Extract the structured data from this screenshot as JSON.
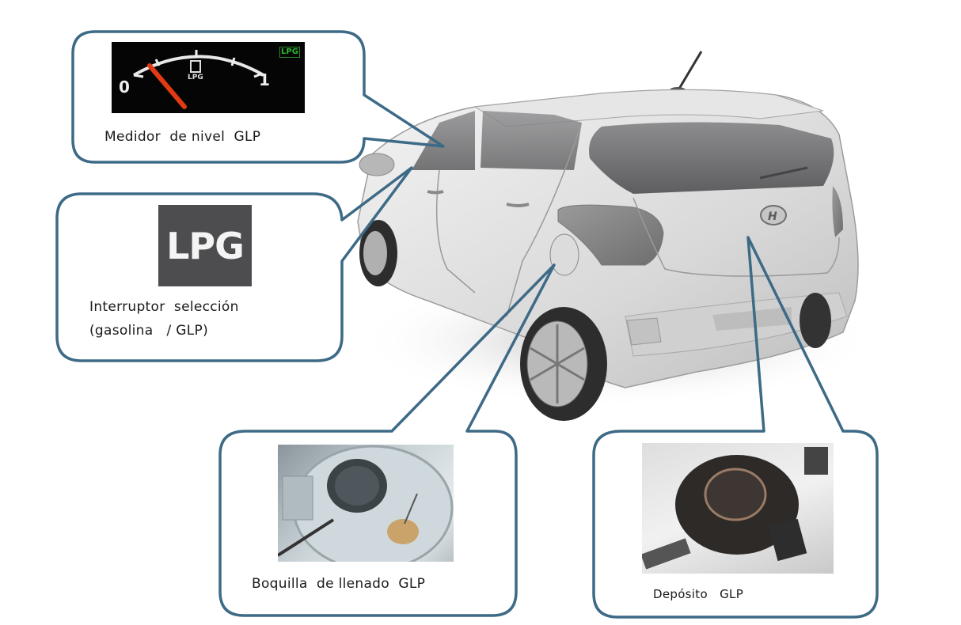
{
  "diagram": {
    "subject": "Vehículo con sistema GLP (vista trasera 3/4)",
    "stroke_color": "#3d6a86",
    "callouts": [
      {
        "id": "gauge",
        "label": "Medidor  de nivel  GLP",
        "image": {
          "type": "fuel-gauge",
          "min_label": "0",
          "max_label": "1",
          "center_label": "LPG",
          "indicator_label": "LPG",
          "needle_color": "#e23a12",
          "indicator_color": "#2fb52f"
        }
      },
      {
        "id": "switch",
        "label_line1": "Interruptor  selección",
        "label_line2": "(gasolina   / GLP)",
        "image": {
          "type": "button",
          "text": "LPG",
          "bg": "#4d4d4f"
        }
      },
      {
        "id": "filler",
        "label": "Boquilla  de llenado  GLP",
        "image": {
          "type": "photo",
          "subject": "fuel filler nozzle"
        }
      },
      {
        "id": "tank",
        "label": "Depósito   GLP",
        "image": {
          "type": "photo",
          "subject": "toroidal LPG tank in spare wheel well"
        }
      }
    ]
  }
}
